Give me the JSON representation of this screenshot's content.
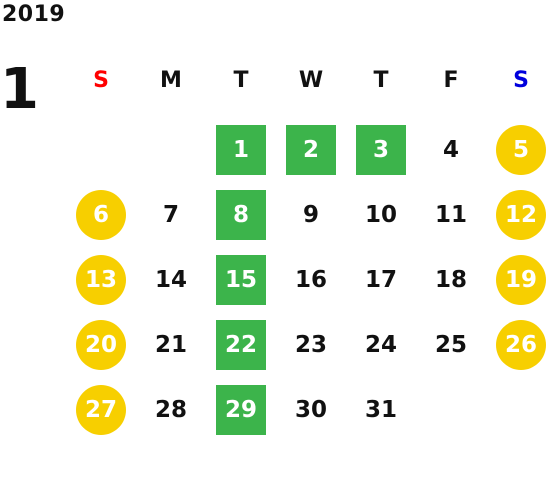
{
  "calendar": {
    "year": "2019",
    "month": "1",
    "weekdays": [
      {
        "label": "S",
        "color": "#ff0000"
      },
      {
        "label": "M",
        "color": "#111111"
      },
      {
        "label": "T",
        "color": "#111111"
      },
      {
        "label": "W",
        "color": "#111111"
      },
      {
        "label": "T",
        "color": "#111111"
      },
      {
        "label": "F",
        "color": "#111111"
      },
      {
        "label": "S",
        "color": "#0000dd"
      }
    ],
    "colors": {
      "green_highlight": "#3cb44b",
      "yellow_highlight": "#f7cf00"
    },
    "weeks": [
      [
        null,
        null,
        {
          "day": "1",
          "highlight": "green"
        },
        {
          "day": "2",
          "highlight": "green"
        },
        {
          "day": "3",
          "highlight": "green"
        },
        {
          "day": "4",
          "highlight": "none"
        },
        {
          "day": "5",
          "highlight": "yellow"
        }
      ],
      [
        {
          "day": "6",
          "highlight": "yellow"
        },
        {
          "day": "7",
          "highlight": "none"
        },
        {
          "day": "8",
          "highlight": "green"
        },
        {
          "day": "9",
          "highlight": "none"
        },
        {
          "day": "10",
          "highlight": "none"
        },
        {
          "day": "11",
          "highlight": "none"
        },
        {
          "day": "12",
          "highlight": "yellow"
        }
      ],
      [
        {
          "day": "13",
          "highlight": "yellow"
        },
        {
          "day": "14",
          "highlight": "none"
        },
        {
          "day": "15",
          "highlight": "green"
        },
        {
          "day": "16",
          "highlight": "none"
        },
        {
          "day": "17",
          "highlight": "none"
        },
        {
          "day": "18",
          "highlight": "none"
        },
        {
          "day": "19",
          "highlight": "yellow"
        }
      ],
      [
        {
          "day": "20",
          "highlight": "yellow"
        },
        {
          "day": "21",
          "highlight": "none"
        },
        {
          "day": "22",
          "highlight": "green"
        },
        {
          "day": "23",
          "highlight": "none"
        },
        {
          "day": "24",
          "highlight": "none"
        },
        {
          "day": "25",
          "highlight": "none"
        },
        {
          "day": "26",
          "highlight": "yellow"
        }
      ],
      [
        {
          "day": "27",
          "highlight": "yellow"
        },
        {
          "day": "28",
          "highlight": "none"
        },
        {
          "day": "29",
          "highlight": "green"
        },
        {
          "day": "30",
          "highlight": "none"
        },
        {
          "day": "31",
          "highlight": "none"
        },
        null,
        null
      ]
    ]
  }
}
